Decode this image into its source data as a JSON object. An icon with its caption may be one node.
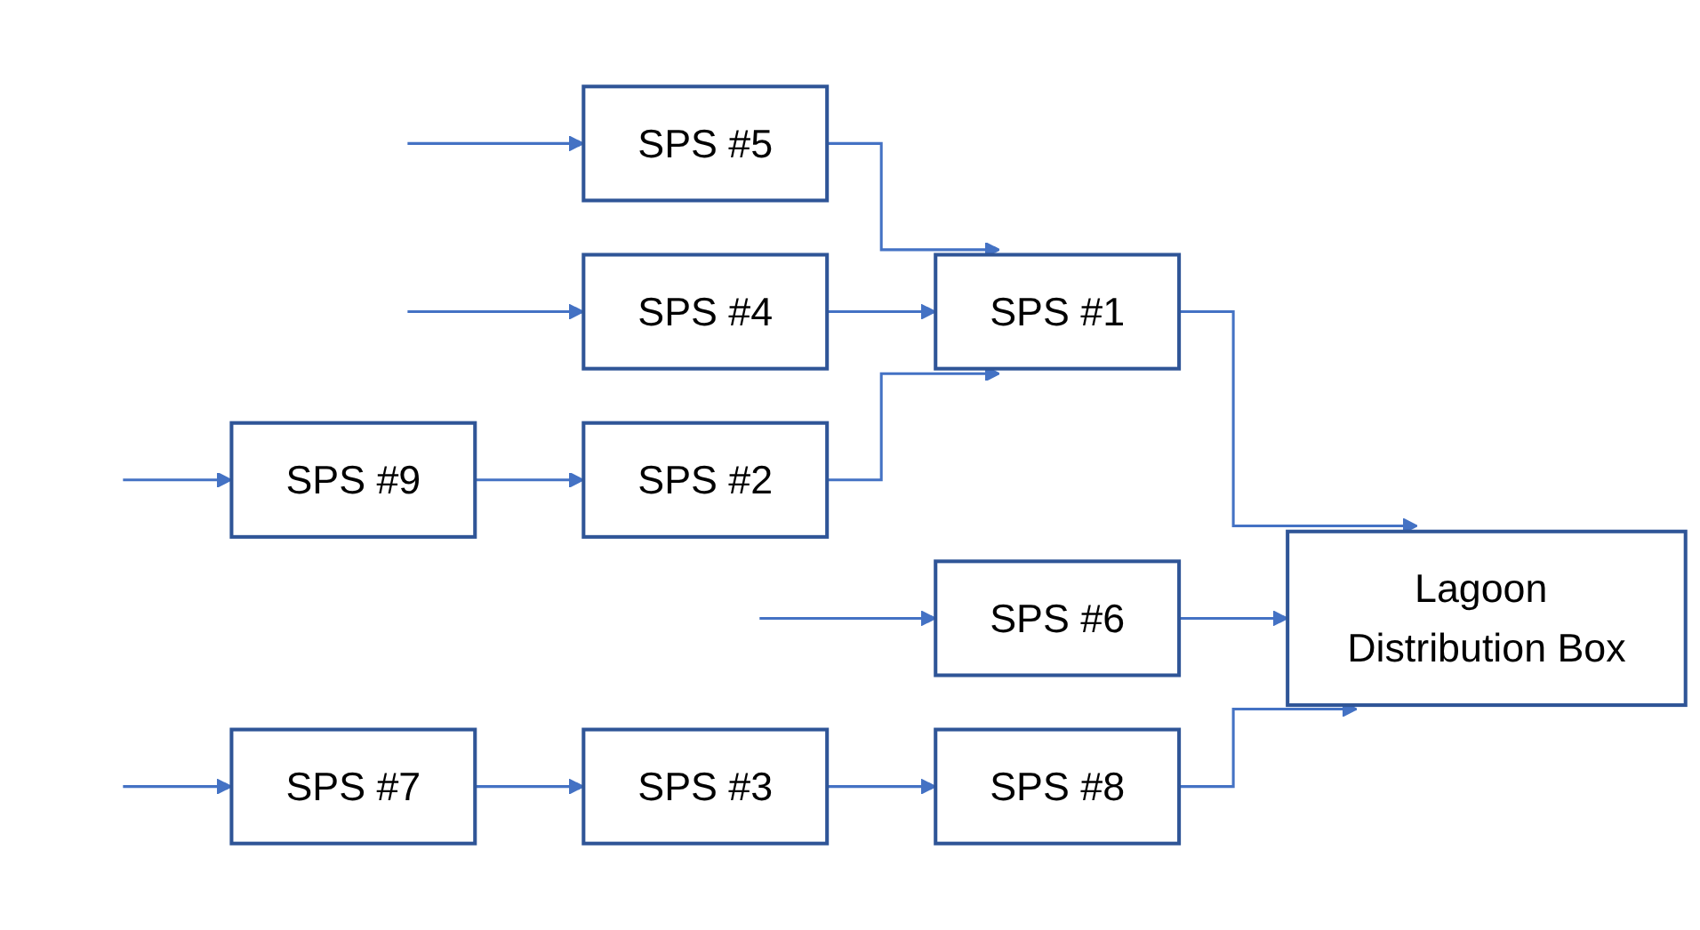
{
  "diagram": {
    "nodes": [
      {
        "text": [
          "SPS #5"
        ]
      },
      {
        "text": [
          "SPS #4"
        ]
      },
      {
        "text": [
          "SPS #1"
        ]
      },
      {
        "text": [
          "SPS #9"
        ]
      },
      {
        "text": [
          "SPS #2"
        ]
      },
      {
        "text": [
          "Lagoon Distribution Box"
        ]
      },
      {
        "text": [
          "SPS #6"
        ]
      },
      {
        "text": [
          "SPS #7"
        ]
      },
      {
        "text": [
          "SPS #3"
        ]
      },
      {
        "text": [
          "SPS #8"
        ]
      }
    ],
    "edges": [
      {
        "from": null,
        "to": 0,
        "arrow": "to"
      },
      {
        "from": null,
        "to": 1,
        "arrow": "to"
      },
      {
        "from": null,
        "to": 3,
        "arrow": "to"
      },
      {
        "from": null,
        "to": 6,
        "arrow": "to"
      },
      {
        "from": null,
        "to": 7,
        "arrow": "to"
      },
      {
        "from": 0,
        "to": 2,
        "arrow": "to"
      },
      {
        "from": 1,
        "to": 2,
        "arrow": "to"
      },
      {
        "from": 4,
        "to": 2,
        "arrow": "to"
      },
      {
        "from": 3,
        "to": 4,
        "arrow": "to"
      },
      {
        "from": 2,
        "to": 5,
        "arrow": "to"
      },
      {
        "from": 6,
        "to": 5,
        "arrow": "to"
      },
      {
        "from": 7,
        "to": 8,
        "arrow": "to"
      },
      {
        "from": 8,
        "to": 9,
        "arrow": "to"
      },
      {
        "from": 9,
        "to": 5,
        "arrow": "to"
      }
    ]
  }
}
